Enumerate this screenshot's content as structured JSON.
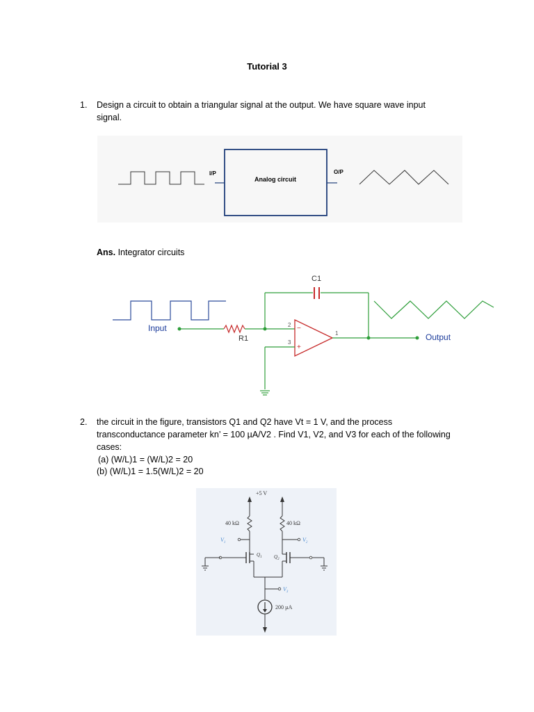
{
  "doc": {
    "title": "Tutorial 3",
    "q1": {
      "number": "1.",
      "line1": "Design a circuit to obtain a triangular signal at the output. We have square wave input",
      "line2": "signal."
    },
    "fig1": {
      "ip_label": "I/P",
      "box_label": "Analog circuit",
      "op_label": "O/P"
    },
    "ans": {
      "prefix": "Ans.",
      "text": " Integrator circuits"
    },
    "fig2": {
      "c_label": "C1",
      "r_label": "R1",
      "input_label": "Input",
      "output_label": "Output",
      "pin2": "2",
      "pin3": "3",
      "pin1": "1",
      "minus": "−",
      "plus": "+"
    },
    "q2": {
      "number": "2.",
      "line1": "the circuit in the figure, transistors Q1 and Q2 have Vt = 1 V, and the process",
      "line2": "transconductance parameter kn’ = 100 µA/V2 . Find V1, V2, and V3 for each of the following",
      "line3": "cases:",
      "case_a": "(a) (W/L)1 = (W/L)2 = 20",
      "case_b": "(b) (W/L)1 = 1.5(W/L)2 = 20"
    },
    "fig3": {
      "vdd": "+5 V",
      "r_left": "40 kΩ",
      "r_right": "40 kΩ",
      "v1": "V",
      "v1_sub": "1",
      "v2": "V",
      "v2_sub": "2",
      "v3": "V",
      "v3_sub": "3",
      "q1": "Q",
      "q1_sub": "1",
      "q2": "Q",
      "q2_sub": "2",
      "current": "200 µA"
    }
  },
  "colors": {
    "box_border": "#1f3d7a",
    "wire_blue": "#2a4a9a",
    "wire_green": "#2e9e3a",
    "opamp_red": "#c62828",
    "label_blue": "#1a3a9a",
    "cap_red": "#c62828",
    "node_blue": "#4a8ad0"
  }
}
